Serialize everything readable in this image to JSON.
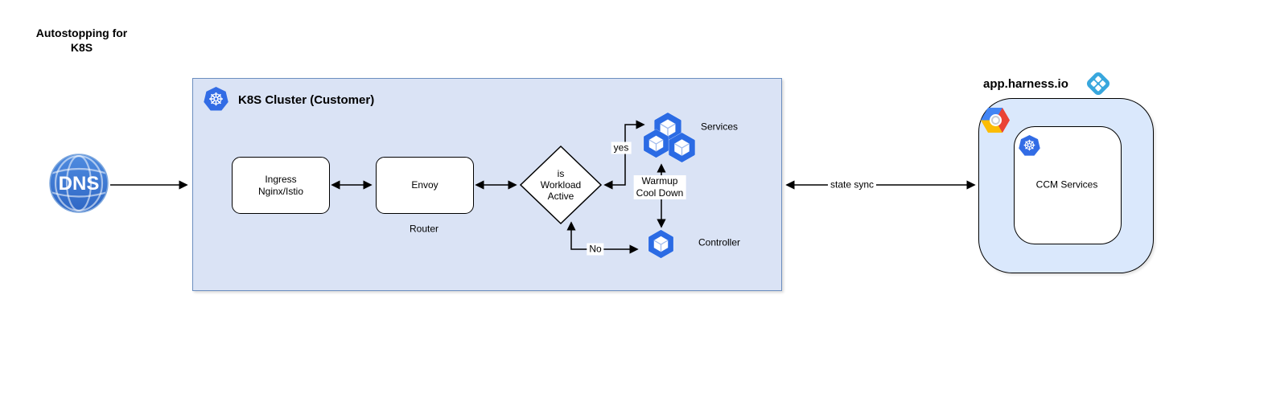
{
  "title": "Autostopping for\nK8S",
  "dns": {
    "label": "DNS"
  },
  "cluster": {
    "title": "K8S Cluster (Customer)",
    "ingress_label": "Ingress\nNginx/Istio",
    "envoy_label": "Envoy",
    "router_caption": "Router",
    "decision_label": "is\nWorkload\nActive",
    "yes_label": "yes",
    "no_label": "No",
    "warmup_label": "Warmup\nCool Down",
    "services_label": "Services",
    "controller_label": "Controller"
  },
  "connectors": {
    "state_sync_label": "state sync"
  },
  "harness": {
    "title": "app.harness.io",
    "ccm_label": "CCM Services"
  },
  "icons": {
    "dns": "dns-globe",
    "kubernetes": "kubernetes-wheel",
    "pod": "hexagon-cube-pod",
    "gcp": "google-cloud-hexagon",
    "harness_logo": "blue-diamond-grid"
  },
  "colors": {
    "cluster_fill": "#dae3f5",
    "cluster_border": "#6c8ebf",
    "harness_fill": "#dae8fc",
    "k8s_blue": "#326ce5",
    "pod_blue": "#2b6be4",
    "dns_blue_top": "#4f8ce0",
    "dns_blue_bottom": "#2e66c4",
    "harness_icon_blue": "#38a7dd",
    "gcp_blue": "#4285f4",
    "gcp_red": "#ea4335",
    "gcp_yellow": "#fbbc05",
    "line": "#000000"
  }
}
